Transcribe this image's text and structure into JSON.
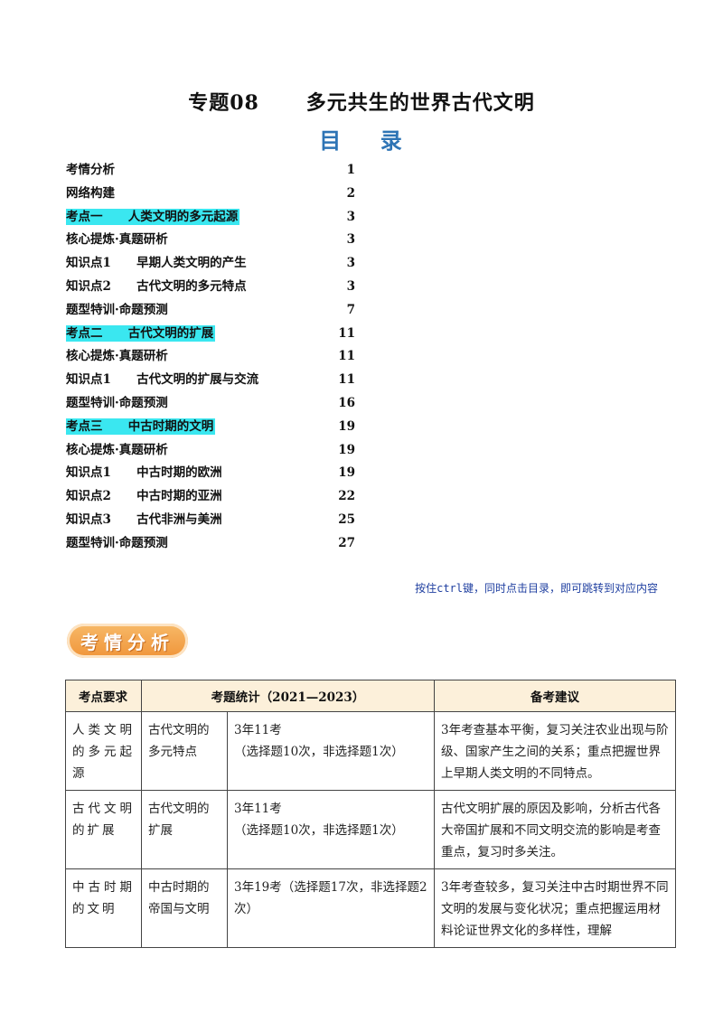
{
  "header": {
    "title": "专题08      多元共生的世界古代文明",
    "toc_heading": "目    录"
  },
  "toc": [
    {
      "label": "考情分析",
      "page": "1",
      "highlight": false
    },
    {
      "label": "网络构建",
      "page": "2",
      "highlight": false
    },
    {
      "label": "考点一      人类文明的多元起源",
      "page": "3",
      "highlight": true
    },
    {
      "label": "核心提炼·真题研析",
      "page": "3",
      "highlight": false
    },
    {
      "label": "知识点1      早期人类文明的产生",
      "page": "3",
      "highlight": false
    },
    {
      "label": "知识点2      古代文明的多元特点",
      "page": "3",
      "highlight": false
    },
    {
      "label": "题型特训·命题预测",
      "page": "7",
      "highlight": false
    },
    {
      "label": "考点二      古代文明的扩展",
      "page": "11",
      "highlight": true
    },
    {
      "label": "核心提炼·真题研析",
      "page": "11",
      "highlight": false
    },
    {
      "label": "知识点1      古代文明的扩展与交流",
      "page": "11",
      "highlight": false
    },
    {
      "label": "题型特训·命题预测",
      "page": "16",
      "highlight": false
    },
    {
      "label": "考点三      中古时期的文明",
      "page": "19",
      "highlight": true
    },
    {
      "label": "核心提炼·真题研析",
      "page": "19",
      "highlight": false
    },
    {
      "label": "知识点1      中古时期的欧洲",
      "page": "19",
      "highlight": false
    },
    {
      "label": "知识点2      中古时期的亚洲",
      "page": "22",
      "highlight": false
    },
    {
      "label": "知识点3      古代非洲与美洲",
      "page": "25",
      "highlight": false
    },
    {
      "label": "题型特训·命题预测",
      "page": "27",
      "highlight": false
    }
  ],
  "hint": "按住ctrl键，同时点击目录，即可跳转到对应内容",
  "section_badge": "考情分析",
  "table": {
    "headers": [
      "考点要求",
      "考题统计（2021—2023）",
      "备考建议"
    ],
    "rows": [
      {
        "topic": "人类文明的多元起源",
        "subtopic": "古代文明的多元特点",
        "stats": [
          "3年11考",
          "（选择题10次，非选择题1次）"
        ],
        "advice": "3年考查基本平衡，复习关注农业出现与阶级、国家产生之间的关系；重点把握世界上早期人类文明的不同特点。"
      },
      {
        "topic": "古代文明的扩展",
        "subtopic": "古代文明的扩展",
        "stats": [
          "3年11考",
          "（选择题10次，非选择题1次）"
        ],
        "advice": "古代文明扩展的原因及影响，分析古代各大帝国扩展和不同文明交流的影响是考查重点，复习时多关注。"
      },
      {
        "topic": "中古时期的文明",
        "subtopic": "中古时期的帝国与文明",
        "stats": [
          "3年19考（选择题17次，非选择题2次）"
        ],
        "advice": "3年考查较多，复习关注中古时期世界不同文明的发展与变化状况；重点把握运用材料论证世界文化的多样性，理解"
      }
    ]
  }
}
